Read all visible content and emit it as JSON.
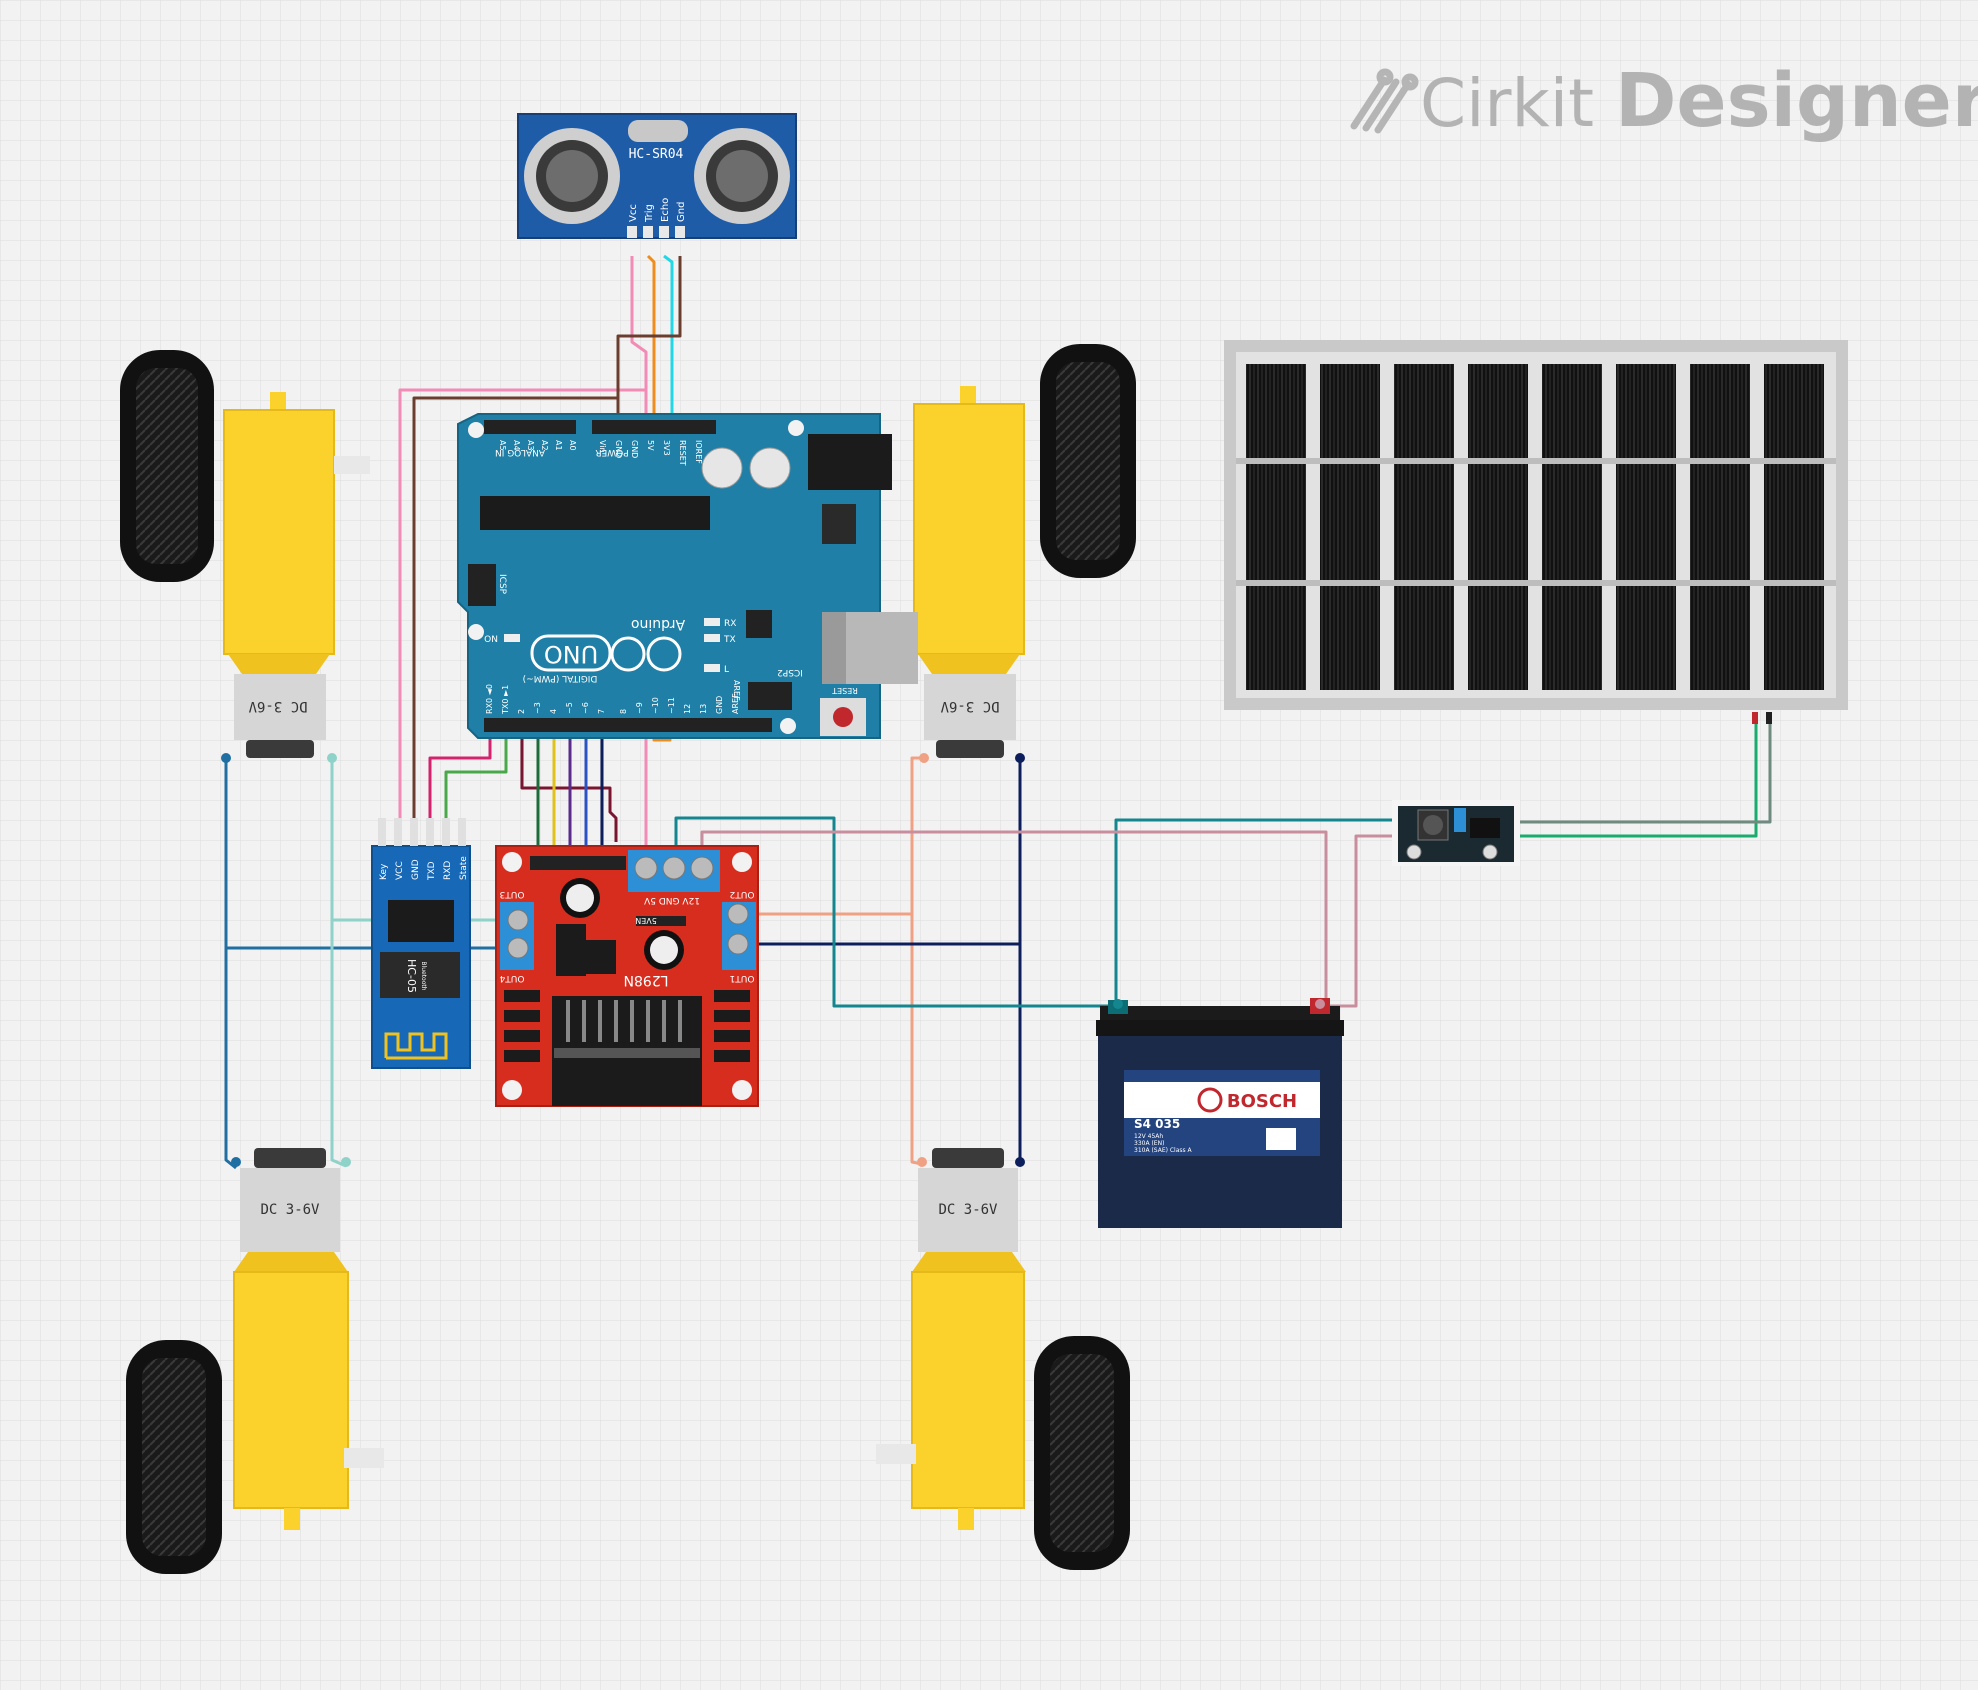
{
  "branding": {
    "brand": "Cirkit",
    "product": "Designer"
  },
  "ultrasonic": {
    "model": "HC-SR04",
    "pins": [
      "Vcc",
      "Trig",
      "Echo",
      "Gnd"
    ]
  },
  "arduino": {
    "brand": "Arduino",
    "model": "UNO",
    "analog_label": "ANALOG IN",
    "power_label": "POWER",
    "digital_label": "DIGITAL (PWM~)",
    "icsp_label": "ICSP",
    "icsp2_label": "ICSP2",
    "on_label": "ON",
    "rx_label": "RX",
    "tx_label": "TX",
    "l_label": "L",
    "reset_label": "RESET",
    "aref_label": "AREF",
    "analog_pins": [
      "A0",
      "A1",
      "A2",
      "A3",
      "A4",
      "A5"
    ],
    "power_pins": [
      "Vin",
      "GND",
      "GND",
      "5V",
      "3V3",
      "RESET",
      "IOREF"
    ],
    "digital_pins": [
      "RX0 ◄0",
      "TX0 ►1",
      "2",
      "~3",
      "4",
      "~5",
      "~6",
      "7",
      "8",
      "~9",
      "~10",
      "~11",
      "12",
      "13",
      "GND",
      "AREF"
    ]
  },
  "bluetooth": {
    "model": "HC-05",
    "sublabel": "Bluetooth",
    "pins": [
      "Key",
      "VCC",
      "GND",
      "TXD",
      "RXD",
      "State"
    ]
  },
  "driver": {
    "model": "L298N",
    "out1": "OUT1",
    "out2": "OUT2",
    "out3": "OUT3",
    "out4": "OUT4",
    "power_terms": "12V GND 5V",
    "sven": "5VEN"
  },
  "motors": {
    "label": "DC 3-6V"
  },
  "battery": {
    "brand": "BOSCH",
    "model": "S4 035",
    "spec1": "12V 45Ah",
    "spec2": "330A (EN)",
    "spec3": "310A (SAE) Class A"
  },
  "colors": {
    "background": "#f2f2f2",
    "grid": "#dcdcdc",
    "arduino": "#1f7fa6",
    "ultrasonic": "#1f5ca8",
    "driver": "#d72d1e",
    "bluetooth": "#1769b8",
    "motor_yellow": "#fbd22c",
    "battery": "#1b2a48",
    "solar_frame": "#c9c9c9",
    "wire_pink": "#f28bb5",
    "wire_brown": "#6b3d2e",
    "wire_orange": "#f08c1c",
    "wire_cyan": "#21d8e6",
    "wire_teal": "#13868f",
    "wire_navy": "#0c1f5c",
    "wire_salmon": "#f0a184",
    "wire_mauve": "#c98e9e",
    "wire_mint": "#8fd2c9",
    "wire_green": "#1aab6e",
    "wire_gray": "#6f8a7e"
  }
}
